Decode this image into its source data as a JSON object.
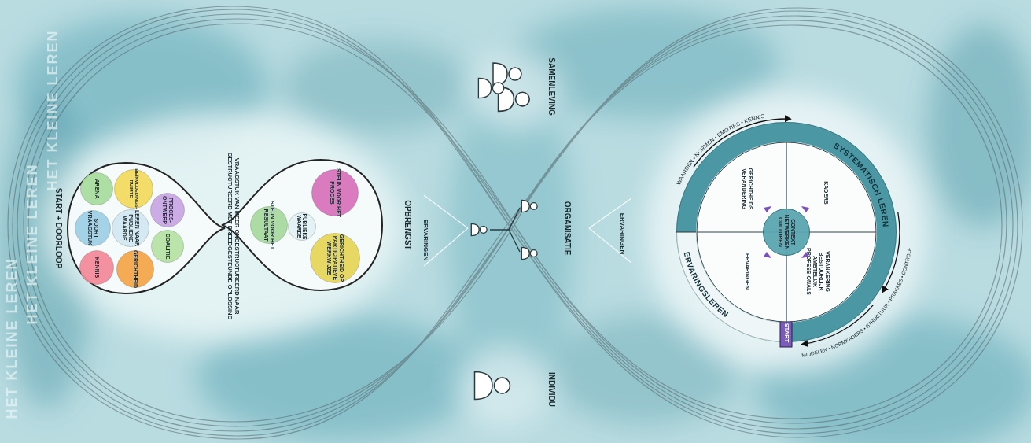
{
  "diagram": {
    "nodes": [
      {
        "text": [
          "START + DOORLOOP"
        ]
      },
      {
        "text": [
          "KENNIS"
        ],
        "in": 0
      },
      {
        "text": [
          "SOORT VRAAGSTUK"
        ],
        "in": 0
      },
      {
        "text": [
          "ARENA"
        ],
        "in": 0
      },
      {
        "text": [
          "LEREN NAAR PUBLIEKE WAARDE"
        ],
        "in": 0
      },
      {
        "text": [
          "BEÏNVLOEDINGS-RUIMTE"
        ],
        "in": 0
      },
      {
        "text": [
          "GERICHTHEID"
        ],
        "in": 0
      },
      {
        "text": [
          "COALITIE"
        ],
        "in": 0
      },
      {
        "text": [
          "PROCES-ONTWERP"
        ],
        "in": 0
      },
      {
        "text": [
          "OPBRENGST"
        ]
      },
      {
        "text": [
          "STEUN VOOR HET PROCES"
        ],
        "in": 9
      },
      {
        "text": [
          "PUBLIEKE WAARDE"
        ],
        "in": 9
      },
      {
        "text": [
          "STEUN VOOR HET RESULTAAT"
        ],
        "in": 9
      },
      {
        "text": [
          "GERICHTHEID OP PARTICIPATIEVE WERKWIJZE"
        ],
        "in": 9
      },
      {
        "text": [
          "SYSTEMATISCH LEREN",
          "ERVARINGSLEREN"
        ]
      },
      {
        "text": [
          "START"
        ],
        "in": 14
      },
      {
        "text": [
          "GERICHTHEIDS VERANDERING",
          "KADERS",
          "VERANKERING BESTUURLIJK AMBTELIJK PROFESSIONALS",
          "ERVARINGEN"
        ],
        "in": 14
      },
      {
        "text": [
          "CONTEXT NETWERKEN CULTUREN"
        ],
        "in": 16
      }
    ],
    "labels": [
      "VRAAGSTUK VAN MEER ONGESTRUCTUREERD NAAR GESTRUCTUREERD MET BREEDGESTEUNDE OPLOSSING",
      "SAMENLEVING",
      "ORGANISATIE",
      "INDIVIDU",
      "ERVARINGEN",
      "ERVARINGEN",
      "WAARDEN • NORMEN • EMOTIES • KENNIS",
      "MIDDELEN • NORMKADERS • STRUCTUUR • PRAKKES • CONTROLE",
      "HET KLEINE LEREN",
      "HET KLEINE LEREN",
      "HET KLEINE LEREN"
    ]
  }
}
